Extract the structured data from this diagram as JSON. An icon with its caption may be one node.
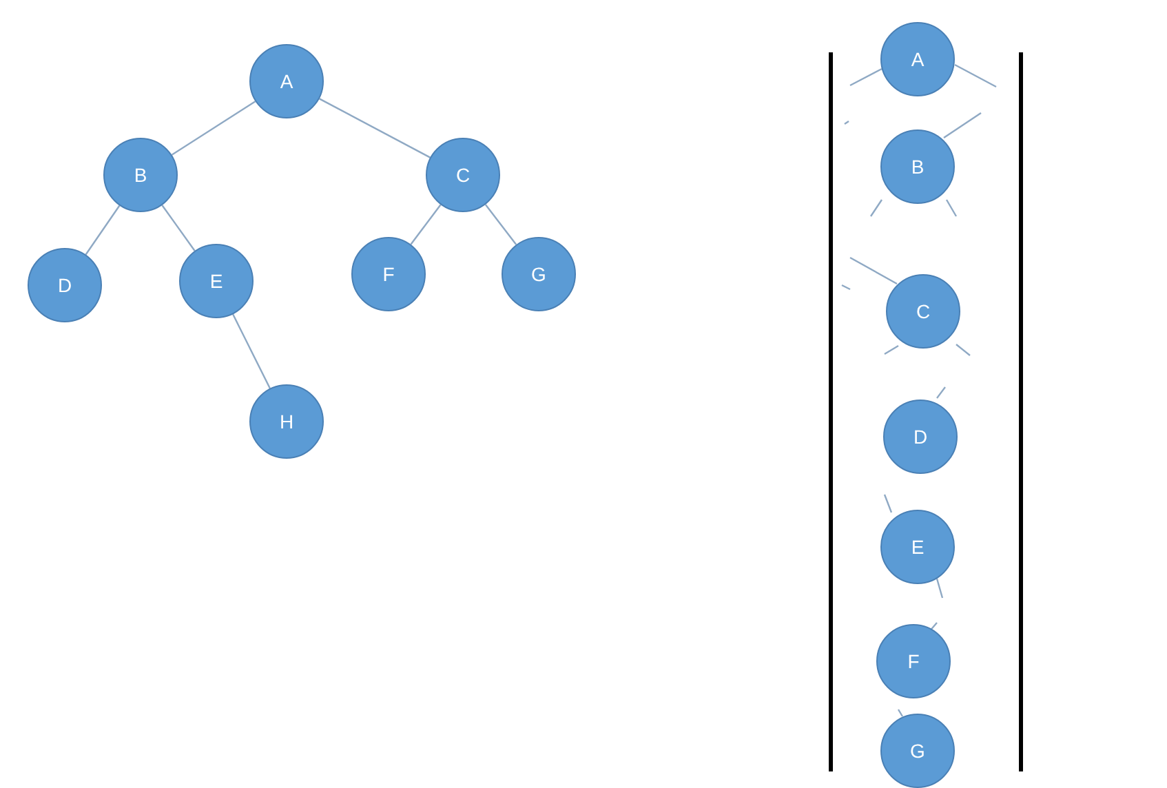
{
  "diagram": {
    "nodes": [
      {
        "text": [
          "A"
        ]
      },
      {
        "text": [
          "B"
        ]
      },
      {
        "text": [
          "C"
        ]
      },
      {
        "text": [
          "D"
        ]
      },
      {
        "text": [
          "E"
        ]
      },
      {
        "text": [
          "F"
        ]
      },
      {
        "text": [
          "G"
        ]
      },
      {
        "text": [
          "H"
        ]
      },
      {
        "text": [
          "A"
        ]
      },
      {
        "text": [
          "B"
        ]
      },
      {
        "text": [
          "C"
        ]
      },
      {
        "text": [
          "D"
        ]
      },
      {
        "text": [
          "E"
        ]
      },
      {
        "text": [
          "F"
        ]
      },
      {
        "text": [
          "G"
        ]
      }
    ],
    "edges": [
      {
        "from": 0,
        "to": 1,
        "arrow": "none"
      },
      {
        "from": 0,
        "to": 2,
        "arrow": "none"
      },
      {
        "from": 1,
        "to": 3,
        "arrow": "none"
      },
      {
        "from": 1,
        "to": 4,
        "arrow": "none"
      },
      {
        "from": 2,
        "to": 5,
        "arrow": "none"
      },
      {
        "from": 2,
        "to": 6,
        "arrow": "none"
      },
      {
        "from": 4,
        "to": 7,
        "arrow": "none"
      }
    ]
  }
}
